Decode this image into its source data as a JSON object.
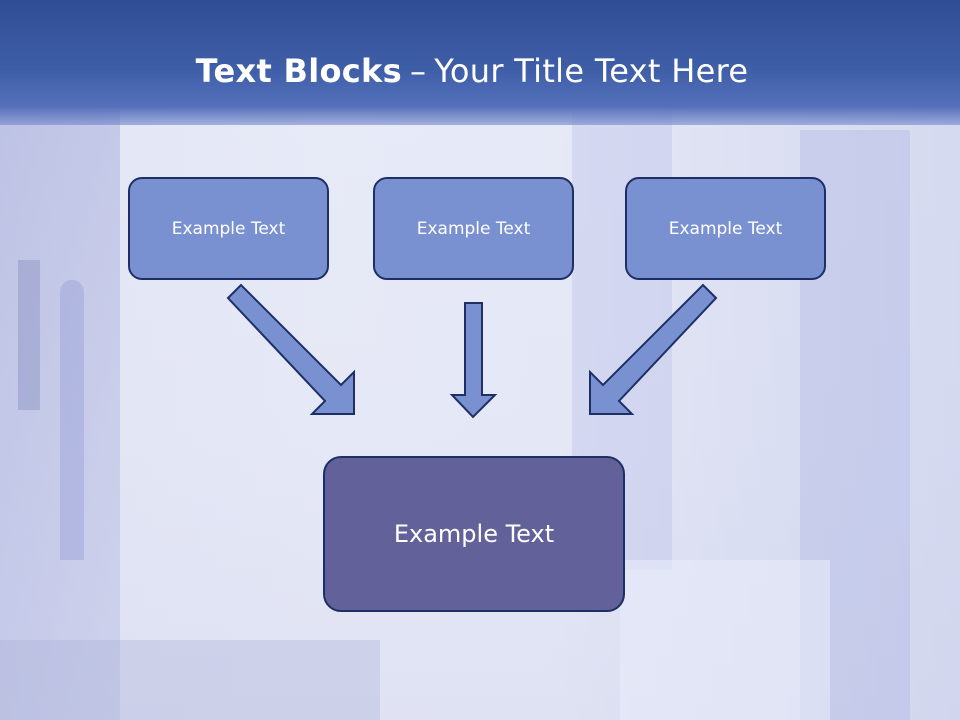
{
  "title": {
    "bold": "Text Blocks",
    "separator": "–",
    "rest": "Your Title Text Here"
  },
  "blocks": [
    {
      "label": "Example Text"
    },
    {
      "label": "Example Text"
    },
    {
      "label": "Example Text"
    }
  ],
  "target_block": {
    "label": "Example Text"
  },
  "colors": {
    "header": "#3f5ea8",
    "block_fill": "#7a91d1",
    "block_border": "#1e2f66",
    "target_fill": "#62619a",
    "arrow_fill": "#7a91d1"
  }
}
